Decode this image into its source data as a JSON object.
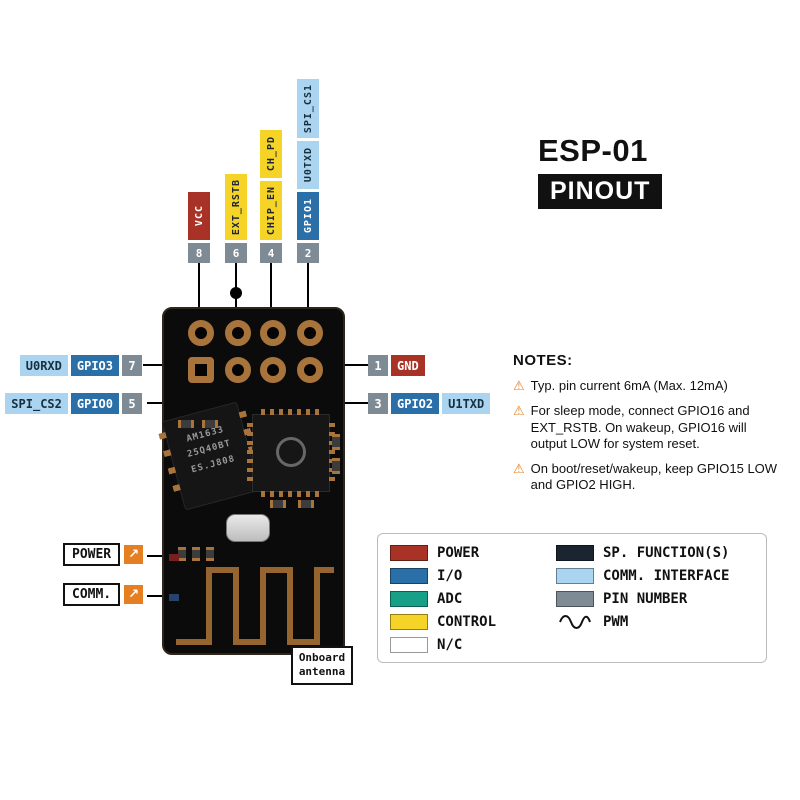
{
  "title": {
    "name": "ESP-01",
    "subtitle": "PINOUT"
  },
  "colors": {
    "power": "#a93226",
    "io": "#2a6fa8",
    "adc": "#17a087",
    "control": "#f5d327",
    "nc": "#ffffff",
    "sp_function": "#1b2531",
    "comm_interface": "#aad4f0",
    "pin_number": "#7f8b94"
  },
  "icons": {
    "warning": "⚠",
    "callout_arrow": "↗",
    "pwm": "pwm-squiggle-icon"
  },
  "top_pins": [
    {
      "number": "8",
      "labels": [
        {
          "text": "VCC",
          "type": "power"
        }
      ]
    },
    {
      "number": "6",
      "labels": [
        {
          "text": "EXT_RSTB",
          "type": "control"
        }
      ]
    },
    {
      "number": "4",
      "labels": [
        {
          "text": "CHIP_EN",
          "type": "control"
        },
        {
          "text": "CH_PD",
          "type": "control"
        }
      ]
    },
    {
      "number": "2",
      "labels": [
        {
          "text": "GPIO1",
          "type": "io"
        },
        {
          "text": "U0TXD",
          "type": "comm_interface"
        },
        {
          "text": "SPI_CS1",
          "type": "comm_interface"
        }
      ]
    }
  ],
  "left_pins": [
    {
      "number": "7",
      "labels": [
        {
          "text": "U0RXD",
          "type": "comm_interface"
        },
        {
          "text": "GPIO3",
          "type": "io"
        }
      ]
    },
    {
      "number": "5",
      "labels": [
        {
          "text": "SPI_CS2",
          "type": "comm_interface"
        },
        {
          "text": "GPIO0",
          "type": "io"
        }
      ]
    }
  ],
  "right_pins": [
    {
      "number": "1",
      "labels": [
        {
          "text": "GND",
          "type": "power"
        }
      ]
    },
    {
      "number": "3",
      "labels": [
        {
          "text": "GPIO2",
          "type": "io"
        },
        {
          "text": "U1TXD",
          "type": "comm_interface"
        }
      ]
    }
  ],
  "board_callouts": [
    {
      "label": "POWER"
    },
    {
      "label": "COMM."
    }
  ],
  "antenna_label": {
    "line1": "Onboard",
    "line2": "antenna"
  },
  "chip": {
    "lines": [
      "AM1633",
      "25Q40BT",
      "ES.J808"
    ]
  },
  "notes": {
    "heading": "NOTES:",
    "items": [
      "Typ. pin current 6mA (Max. 12mA)",
      "For sleep mode, connect GPIO16 and EXT_RSTB. On wakeup, GPIO16 will output LOW for system reset.",
      "On boot/reset/wakeup, keep GPIO15 LOW and GPIO2 HIGH."
    ]
  },
  "legend": {
    "col1": [
      {
        "label": "POWER",
        "type": "power"
      },
      {
        "label": "I/O",
        "type": "io"
      },
      {
        "label": "ADC",
        "type": "adc"
      },
      {
        "label": "CONTROL",
        "type": "control"
      },
      {
        "label": "N/C",
        "type": "nc"
      }
    ],
    "col2": [
      {
        "label": "SP. FUNCTION(S)",
        "type": "sp_function"
      },
      {
        "label": "COMM. INTERFACE",
        "type": "comm_interface"
      },
      {
        "label": "PIN NUMBER",
        "type": "pin_number"
      },
      {
        "label": "PWM",
        "type": "pwm"
      }
    ]
  }
}
